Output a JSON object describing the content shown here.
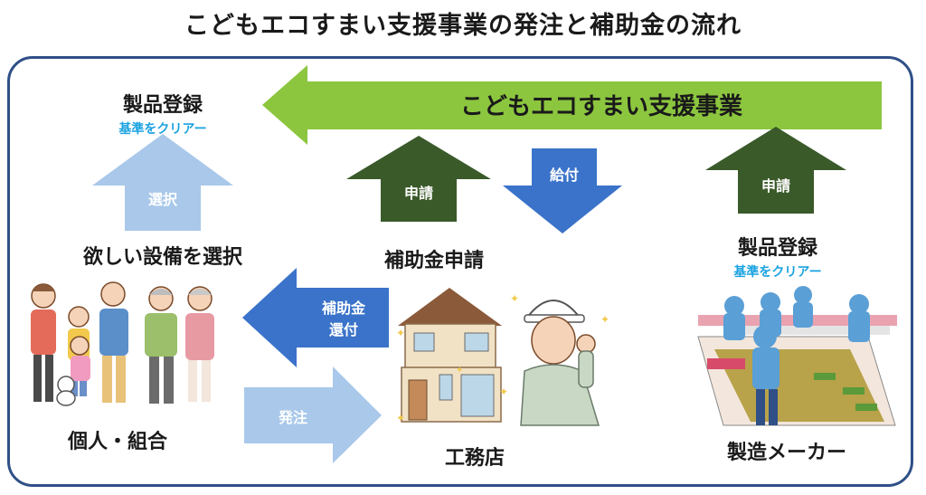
{
  "title": "こどもエコすまい支援事業の発注と補助金の流れ",
  "program": "こどもエコすまい支援事業",
  "left": {
    "product_registration": "製品登録",
    "criteria": "基準をクリアー",
    "select_arrow": "選択",
    "choose_equipment": "欲しい設備を選択",
    "party": "個人・組合"
  },
  "center": {
    "apply_arrow": "申請",
    "pay_arrow": "給付",
    "subsidy_application": "補助金申請",
    "refund_arrow_line1": "補助金",
    "refund_arrow_line2": "還付",
    "order_arrow": "発注",
    "party": "工務店"
  },
  "right": {
    "apply_arrow": "申請",
    "product_registration": "製品登録",
    "criteria": "基準をクリアー",
    "party": "製造メーカー"
  },
  "colors": {
    "green_light": "#8cc63f",
    "green_dark": "#3a5a2a",
    "blue_dark": "#3a73c9",
    "blue_light": "#a9c8ea",
    "frame": "#2f4f86",
    "accent_text": "#1aa3e0"
  }
}
